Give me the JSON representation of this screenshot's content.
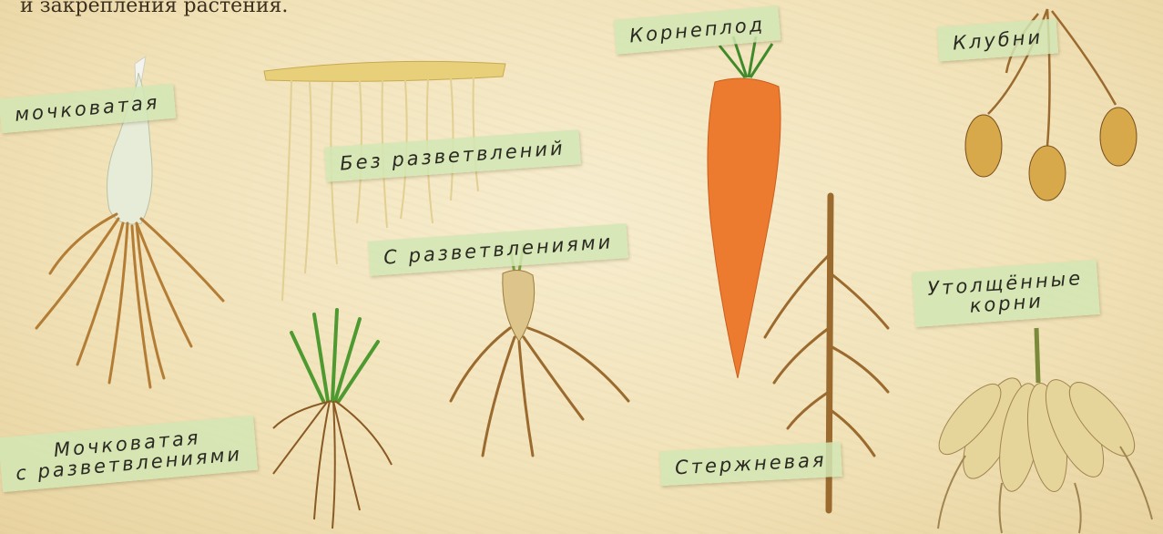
{
  "caption": "и закрепления растения.",
  "labels": {
    "mochkovataya": "мочковатая",
    "bez_razvetvleniy": "Без разветвлений",
    "korneplod": "Корнеплод",
    "klubni": "Клубни",
    "s_razvetvleniyami": "С разветвлениями",
    "utolshchennye_line1": "Утолщённые",
    "utolshchennye_line2": "корни",
    "mochkovataya_s_line1": "Мочковатая",
    "mochkovataya_s_line2": "с разветвлениями",
    "sterzhnevaya": "Стержневая"
  },
  "colors": {
    "paper": "#f3e6c0",
    "label_bg": "#d2e6b4",
    "root_brown": "#9b6a2e",
    "carrot_orange": "#e8702a",
    "leaf_green": "#3f8a2a"
  }
}
